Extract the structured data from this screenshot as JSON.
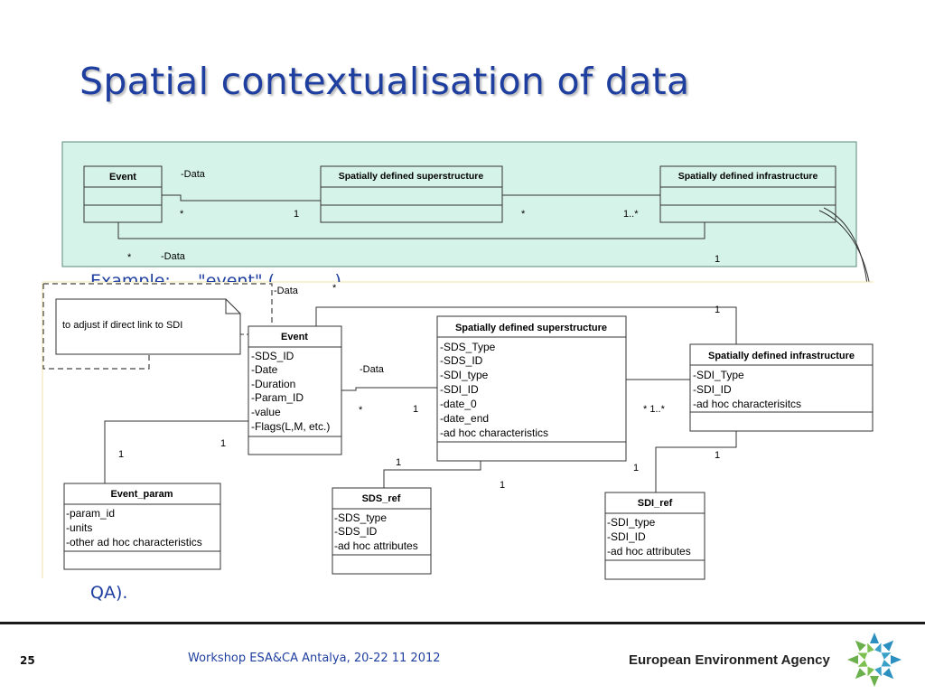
{
  "slide": {
    "title": "Spatial contextualisation of data",
    "peek_text": "Example: ... \"event\" (... ... ...)",
    "qa_text": "QA).",
    "page_number": "25",
    "footer": "Workshop ESA&CA Antalya, 20-22 11 2012",
    "agency": "European Environment Agency"
  },
  "top_diagram": {
    "event": "Event",
    "sds": "Spatially defined superstructure",
    "sdi": "Spatially defined infrastructure",
    "lbl_data1": "-Data",
    "lbl_data2": "-Data",
    "m_star1": "*",
    "m_one1": "1",
    "m_star2": "*",
    "m_1star": "1..*",
    "m_star3": "*",
    "m_one2": "1"
  },
  "main_diagram": {
    "note": "to adjust if direct link to SDI",
    "event": {
      "name": "Event",
      "attrs": [
        "-SDS_ID",
        "-Date",
        "-Duration",
        "-Param_ID",
        "-value",
        "-Flags(L,M, etc.)"
      ]
    },
    "sds": {
      "name": "Spatially defined superstructure",
      "attrs": [
        "-SDS_Type",
        "-SDS_ID",
        "-SDI_type",
        "-SDI_ID",
        "-date_0",
        "-date_end",
        "-ad hoc characteristics"
      ]
    },
    "sdi": {
      "name": "Spatially defined infrastructure",
      "attrs": [
        "-SDI_Type",
        "-SDI_ID",
        "-ad hoc characterisitcs"
      ]
    },
    "event_param": {
      "name": "Event_param",
      "attrs": [
        "-param_id",
        "-units",
        "-other ad hoc characteristics"
      ]
    },
    "sds_ref": {
      "name": "SDS_ref",
      "attrs": [
        "-SDS_type",
        "-SDS_ID",
        "-ad hoc attributes"
      ]
    },
    "sdi_ref": {
      "name": "SDI_ref",
      "attrs": [
        "-SDI_type",
        "-SDI_ID",
        "-ad hoc attributes"
      ]
    },
    "labels": {
      "data_top": "-Data",
      "star_top": "*",
      "one_top": "1",
      "data_mid": "-Data",
      "star_mid": "*",
      "one_mid": "1",
      "star_1star": "*  1..*",
      "one_param_a": "1",
      "one_param_b": "1",
      "one_sdsref_a": "1",
      "one_sdsref_b": "1",
      "one_sdiref_a": "1",
      "one_sdiref_b": "1"
    }
  },
  "colors": {
    "title": "#1f3fa0",
    "top_panel_bg": "#d6f3e9",
    "top_panel_border": "#5a8a7a",
    "line": "#333333"
  }
}
